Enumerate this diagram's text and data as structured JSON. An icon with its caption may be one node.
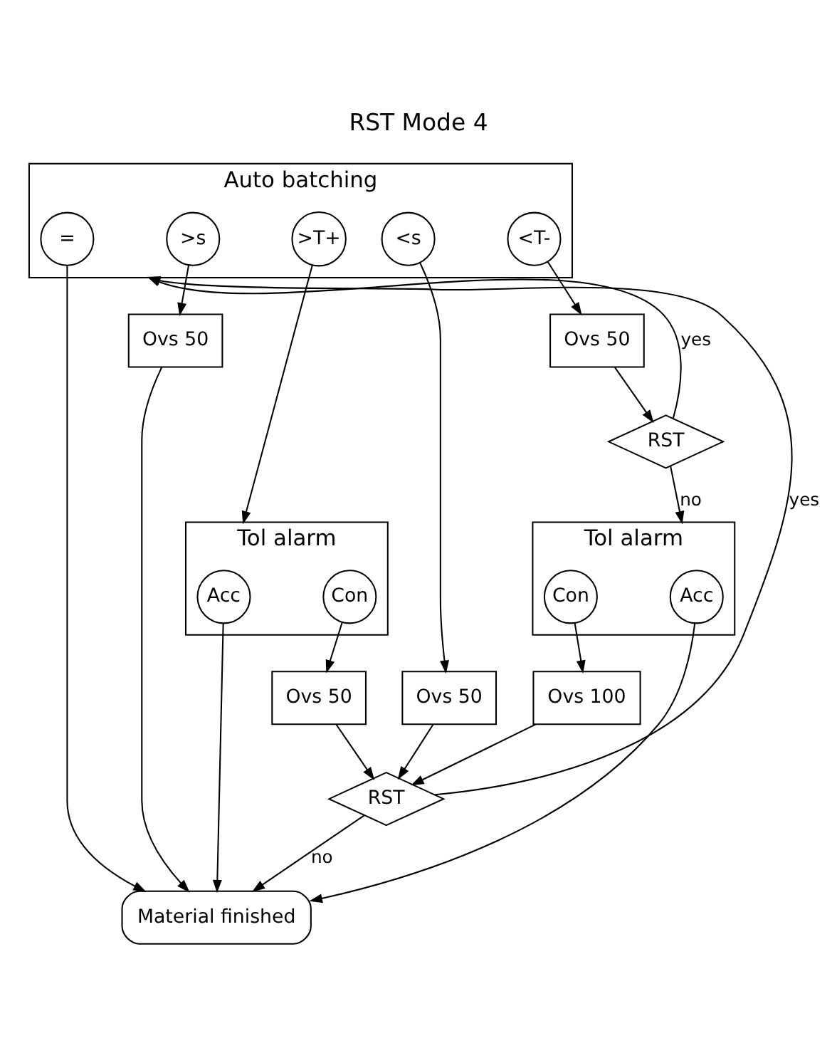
{
  "diagram": {
    "title": "RST Mode 4",
    "nodes": [
      {
        "text": [
          "Auto batching"
        ]
      },
      {
        "text": [
          "<T-"
        ],
        "in": 0
      },
      {
        "text": [
          "<s"
        ],
        "in": 0
      },
      {
        "text": [
          "="
        ],
        "in": 0
      },
      {
        "text": [
          ">s"
        ],
        "in": 0
      },
      {
        "text": [
          ">T+"
        ],
        "in": 0
      },
      {
        "text": [
          "Ovs 50"
        ]
      },
      {
        "text": [
          "Ovs 50"
        ]
      },
      {
        "text": [
          "Ovs 50"
        ]
      },
      {
        "text": [
          "RST"
        ]
      },
      {
        "text": [
          "Tol alarm"
        ]
      },
      {
        "text": [
          "Con"
        ],
        "in": 10
      },
      {
        "text": [
          "Acc"
        ],
        "in": 10
      },
      {
        "text": [
          "Tol alarm"
        ]
      },
      {
        "text": [
          "Con"
        ],
        "in": 13
      },
      {
        "text": [
          "Acc"
        ],
        "in": 13
      },
      {
        "text": [
          "Ovs 100"
        ]
      },
      {
        "text": [
          "Ovs 50"
        ]
      },
      {
        "text": [
          "RST"
        ]
      },
      {
        "text": [
          "Material finished"
        ]
      }
    ],
    "edges": [
      {
        "from": 1,
        "to": 6,
        "arrow": "to"
      },
      {
        "from": 2,
        "to": 7,
        "arrow": "to"
      },
      {
        "from": 4,
        "to": 8,
        "arrow": "to"
      },
      {
        "from": 5,
        "to": 13,
        "arrow": "to"
      },
      {
        "from": 6,
        "to": 9,
        "arrow": "to"
      },
      {
        "from": 9,
        "to": 0,
        "label": "yes",
        "arrow": "to"
      },
      {
        "from": 9,
        "to": 10,
        "label": "no",
        "arrow": "to"
      },
      {
        "from": 3,
        "to": 19,
        "arrow": "to"
      },
      {
        "from": 8,
        "to": 19,
        "arrow": "to"
      },
      {
        "from": 11,
        "to": 16,
        "arrow": "to"
      },
      {
        "from": 14,
        "to": 17,
        "arrow": "to"
      },
      {
        "from": 7,
        "to": 18,
        "arrow": "to"
      },
      {
        "from": 17,
        "to": 18,
        "arrow": "to"
      },
      {
        "from": 16,
        "to": 18,
        "arrow": "to"
      },
      {
        "from": 12,
        "to": 19,
        "arrow": "to"
      },
      {
        "from": 15,
        "to": 19,
        "arrow": "to"
      },
      {
        "from": 18,
        "to": 0,
        "label": "yes",
        "arrow": "to"
      },
      {
        "from": 18,
        "to": 19,
        "label": "no",
        "arrow": "to"
      }
    ]
  }
}
